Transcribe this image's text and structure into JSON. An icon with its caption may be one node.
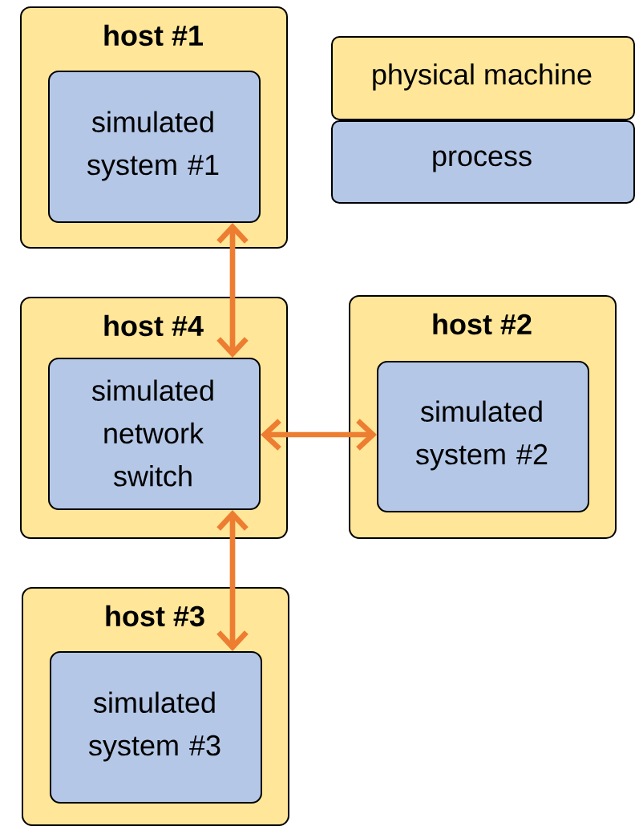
{
  "diagram": {
    "nodes": [
      {
        "text": [
          "host #1"
        ]
      },
      {
        "text": [
          "simulated system #1"
        ],
        "in": 0
      },
      {
        "text": [
          "host #4"
        ]
      },
      {
        "text": [
          "simulated network switch"
        ],
        "in": 2
      },
      {
        "text": [
          "host #2"
        ]
      },
      {
        "text": [
          "simulated system #2"
        ],
        "in": 4
      },
      {
        "text": [
          "host #3"
        ]
      },
      {
        "text": [
          "simulated system #3"
        ],
        "in": 6
      }
    ],
    "edges": [
      {
        "from": 1,
        "to": 3,
        "arrow": "both"
      },
      {
        "from": 3,
        "to": 5,
        "arrow": "both"
      },
      {
        "from": 3,
        "to": 7,
        "arrow": "both"
      }
    ],
    "legend": [
      {
        "text": "physical machine",
        "color": "#ffe699"
      },
      {
        "text": "process",
        "color": "#b4c7e7"
      }
    ]
  }
}
